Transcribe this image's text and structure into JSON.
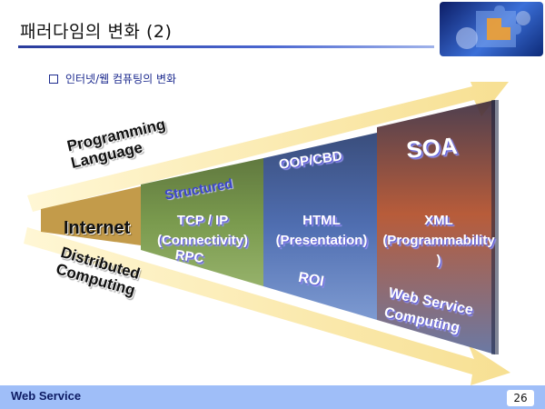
{
  "slide": {
    "title": "패러다임의 변화 (2)",
    "bullet": "인터넷/웹 컴퓨팅의 변화",
    "footer": "Web Service",
    "page_number": "26"
  },
  "diagram": {
    "arrow_top_label": "Programming\nLanguage",
    "arrow_bottom_label": "Distributed\nComputing",
    "center_label": "Internet",
    "columns": [
      {
        "top": "Structured",
        "middle": "TCP / IP\n(Connectivity)",
        "bottom": "RPC"
      },
      {
        "top": "OOP/CBD",
        "middle": "HTML\n(Presentation)",
        "bottom": "ROI"
      },
      {
        "top": "SOA",
        "middle": "XML\n(Programmability\n)",
        "bottom": "Web Service\nComputing"
      }
    ]
  }
}
